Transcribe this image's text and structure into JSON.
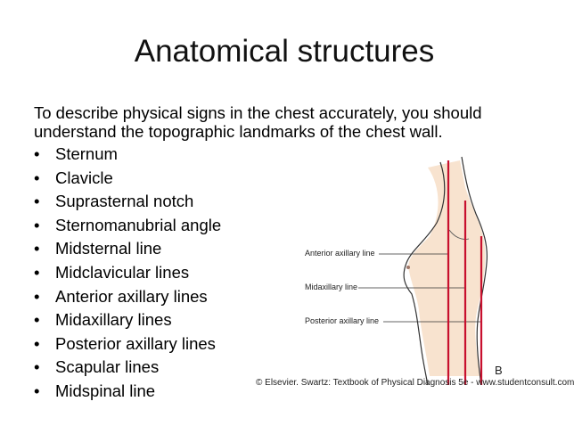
{
  "slide": {
    "title": "Anatomical structures",
    "intro": "To describe physical signs in the chest accurately, you should understand the topographic landmarks of the chest wall.",
    "bullet_symbol": "•",
    "bullets": [
      "Sternum",
      "Clavicle",
      "Suprasternal notch",
      "Sternomanubrial angle",
      "Midsternal line",
      "Midclavicular lines",
      "Anterior axillary lines",
      "Midaxillary lines",
      "Posterior axillary lines",
      "Scapular lines",
      "Midspinal line"
    ]
  },
  "figure": {
    "labels": {
      "anterior": "Anterior axillary line",
      "mid": "Midaxillary line",
      "posterior": "Posterior axillary line"
    },
    "panel_letter": "B",
    "credit": "© Elsevier. Swartz: Textbook of Physical Diagnosis 5e - www.studentconsult.com",
    "line_color": "#c8102e"
  }
}
